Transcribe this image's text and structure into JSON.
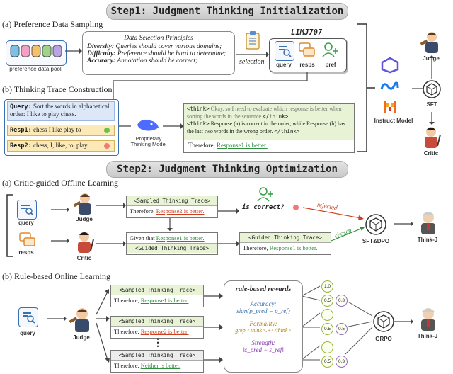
{
  "step1": {
    "title": "Step1: Judgment Thinking Initialization",
    "section_a": "(a) Preference Data Sampling",
    "pool_label": "preference data pool",
    "principles_title": "Data Selection Principles",
    "principles": [
      {
        "key": "Diversity:",
        "text": " Queries should cover various domains;"
      },
      {
        "key": "Difficulty:",
        "text": " Preference should be hard to determine;"
      },
      {
        "key": "Accuracy:",
        "text": " Annotation should be correct;"
      }
    ],
    "selection_label": "selection",
    "dataset_name": "LIMJ707",
    "dataset_items": [
      "query",
      "resps",
      "pref"
    ],
    "section_b": "(b) Thinking Trace Construction",
    "query_key": "Query:",
    "query_text": " Sort the words in alphabetical order: I like to play chess.",
    "resp1_key": "Resp1:",
    "resp1_text": " chess I like play to",
    "resp2_key": "Resp2:",
    "resp2_text": " chess, I, like, to, play.",
    "think_open": "<think>",
    "think_text1": " Okay, so I need to evaluate which response is better when sorting the words in the sentence ",
    "think_close": "</think>",
    "think_text2": " Response (a) is correct in the order, while Response (b) has the last two words in the wrong order. ",
    "therefore": "Therefore, ",
    "resp1_better": "Response1 is better.",
    "proprietary_label": "Proprietary Thinking Model",
    "instruct_label": "Instruct Model",
    "judge_label": "Judge",
    "sft_label": "SFT",
    "critic_label": "Critic"
  },
  "step2": {
    "title": "Step2: Judgment Thinking Optimization",
    "section_a": "(a) Critic-guided Offline Learning",
    "query_label": "query",
    "resps_label": "resps",
    "judge_label": "Judge",
    "critic_label": "Critic",
    "sampled_trace": "<Sampled Thinking Trace>",
    "guided_trace": "<Guided Thinking Trace>",
    "therefore": "Therefore, ",
    "resp2_better": "Response2 is better.",
    "resp1_better": "Response1 is better.",
    "neither_better": "Neither is better.",
    "given_that": "Given that ",
    "resp1_better_short": "Response1 is better.",
    "is_correct": "is correct?",
    "rejected": "rejected",
    "chosen": "chosen",
    "sftdpo_label": "SFT&DPO",
    "thinkj_label": "Think-J",
    "section_b": "(b) Rule-based Online Learning",
    "rewards_title": "rule-based rewards",
    "accuracy_key": "Accuracy:",
    "accuracy_formula": "sign(p_pred = p_ref)",
    "formality_key": "Formality:",
    "formality_formula": "grep <think>.+</think>",
    "strength_key": "Strength:",
    "strength_formula": "‖s_pred − s_ref‖",
    "grpo_label": "GRPO",
    "dots": "⋮",
    "scores": [
      "1.0",
      "0.5",
      "0.3",
      "0.5",
      "0.5",
      "0.5",
      "0.3"
    ]
  },
  "colors": {
    "accent_blue": "#3a6fb0",
    "green": "#2f8f3f",
    "red": "#d04020",
    "trace_header": "#e8f3d6"
  }
}
